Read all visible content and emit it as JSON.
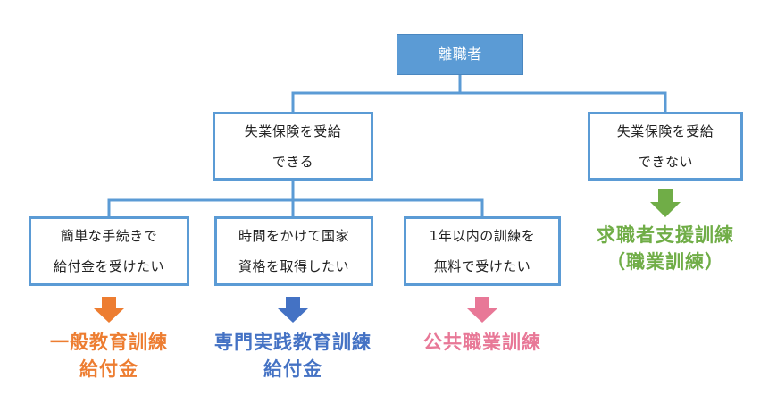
{
  "colors": {
    "box_border": "#5b9bd5",
    "root_fill": "#5b9bd5",
    "connector": "#5b9bd5",
    "orange": "#ed7d31",
    "blue": "#4472c4",
    "pink": "#e87897",
    "green": "#70ad47"
  },
  "root": {
    "label": "離職者"
  },
  "level1": {
    "eligible": {
      "line1": "失業保険を受給",
      "line2": "できる"
    },
    "not_eligible": {
      "line1": "失業保険を受給",
      "line2": "できない"
    }
  },
  "level2": {
    "simple": {
      "line1": "簡単な手続きで",
      "line2": "給付金を受けたい"
    },
    "national": {
      "line1": "時間をかけて国家",
      "line2": "資格を取得したい"
    },
    "free": {
      "line1": "1年以内の訓練を",
      "line2": "無料で受けたい"
    }
  },
  "outcomes": {
    "general": {
      "line1": "一般教育訓練",
      "line2": "給付金",
      "arrow_icon": "down-arrow-icon"
    },
    "specialized": {
      "line1": "専門実践教育訓練",
      "line2": "給付金",
      "arrow_icon": "down-arrow-icon"
    },
    "public": {
      "line1": "公共職業訓練",
      "arrow_icon": "down-arrow-icon"
    },
    "jobseeker": {
      "line1": "求職者支援訓練",
      "line2": "（職業訓練）",
      "arrow_icon": "down-arrow-icon"
    }
  }
}
